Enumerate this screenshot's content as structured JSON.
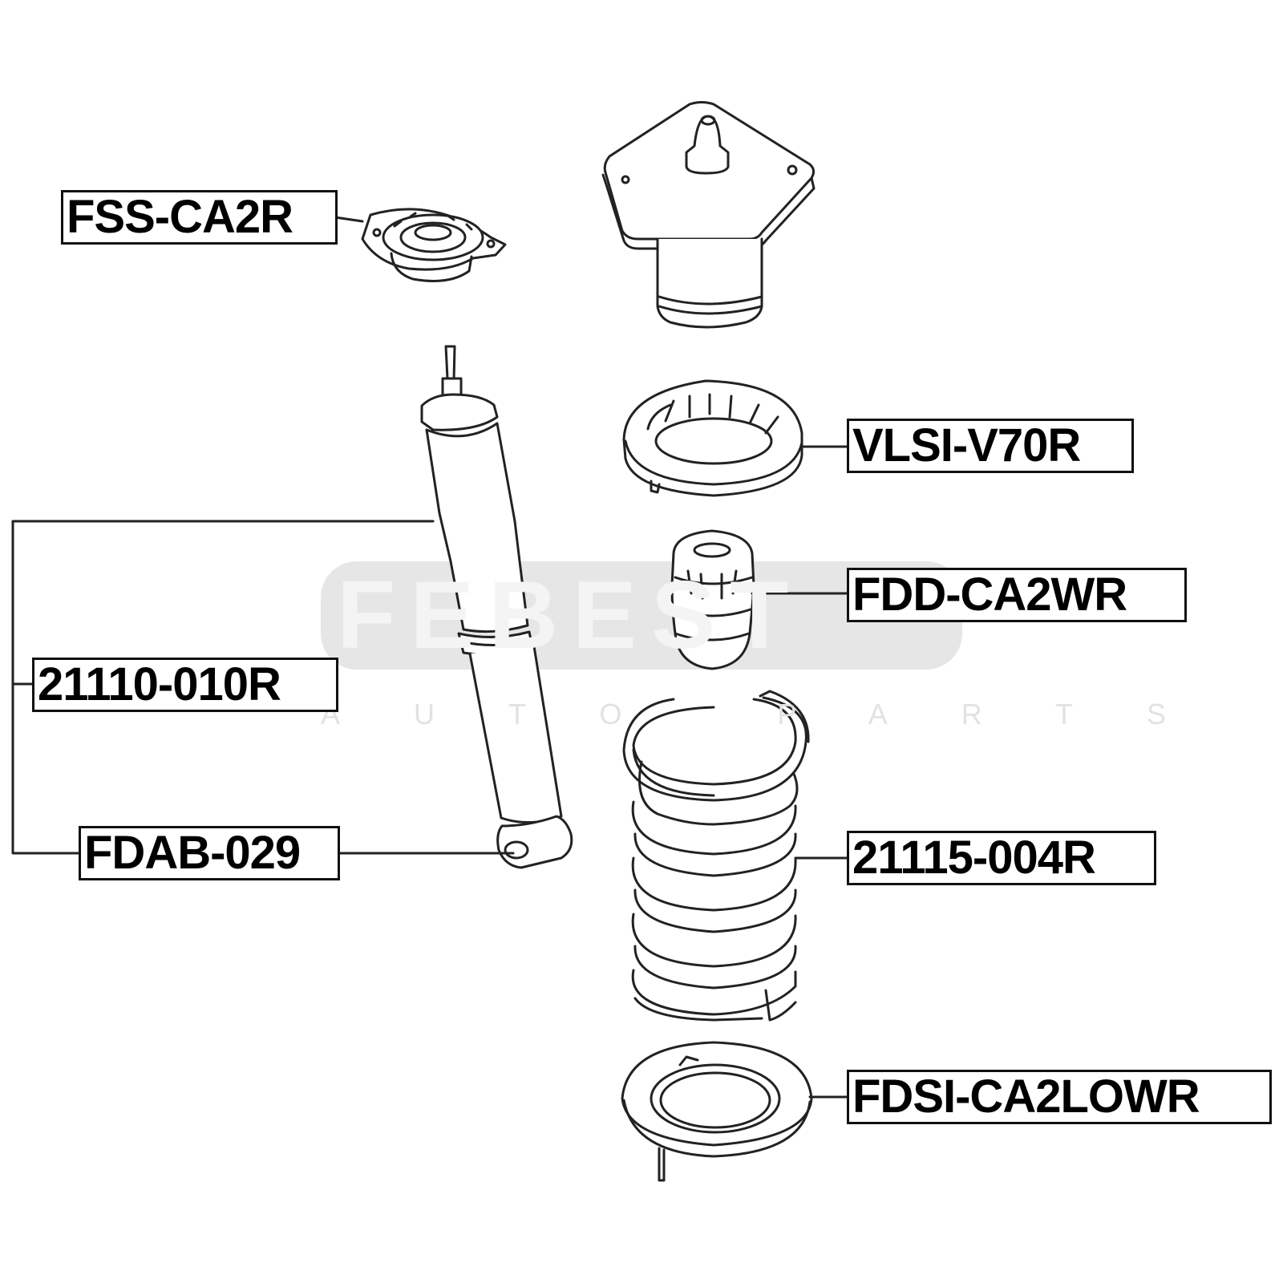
{
  "watermark": {
    "brand": "FEBEST",
    "tagline": "AUTO PARTS",
    "color": "#e6e6e6"
  },
  "labels": {
    "fss": "FSS-CA2R",
    "vlsi": "VLSI-V70R",
    "fdd": "FDD-CA2WR",
    "shock": "21110-010R",
    "spring": "21115-004R",
    "fdab": "FDAB-029",
    "fdsi": "FDSI-CA2LOWR"
  },
  "colors": {
    "line": "#222222",
    "label_border": "#111111",
    "text": "#000000"
  }
}
